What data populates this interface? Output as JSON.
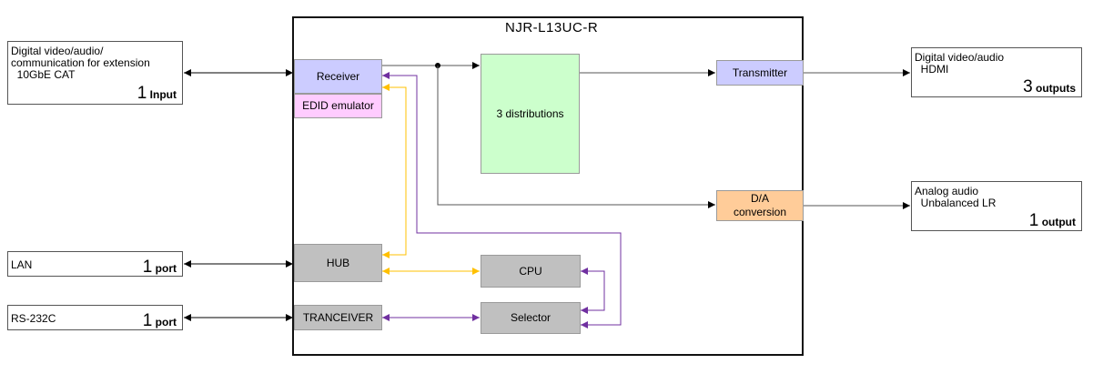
{
  "device": {
    "title": "NJR-L13UC-R"
  },
  "external": {
    "input_cat": {
      "lines": [
        "Digital video/audio/",
        "communication for extension",
        "  10GbE CAT"
      ],
      "count": "1",
      "unit": "Input"
    },
    "output_hdmi": {
      "lines": [
        "Digital video/audio",
        "  HDMI"
      ],
      "count": "3",
      "unit": "outputs"
    },
    "output_analog": {
      "lines": [
        "Analog audio",
        "  Unbalanced LR"
      ],
      "count": "1",
      "unit": "output"
    },
    "lan": {
      "label": "LAN",
      "count": "1",
      "unit": "port"
    },
    "rs232c": {
      "label": "RS-232C",
      "count": "1",
      "unit": "port"
    }
  },
  "blocks": {
    "receiver": "Receiver",
    "edid": "EDID emulator",
    "distributions": "3 distributions",
    "transmitter": "Transmitter",
    "da_conversion": [
      "D/A",
      "conversion"
    ],
    "hub": "HUB",
    "cpu": "CPU",
    "tranceiver": "TRANCEIVER",
    "selector": "Selector"
  },
  "colors": {
    "receiver": "#ccccff",
    "edid": "#ffccff",
    "distributions": "#ccffcc",
    "transmitter": "#ccccff",
    "da_conversion": "#ffcc99",
    "gray_block": "#c0c0c0",
    "video_line": "#555555",
    "control_line": "#7030a0",
    "network_line": "#ffc000"
  }
}
